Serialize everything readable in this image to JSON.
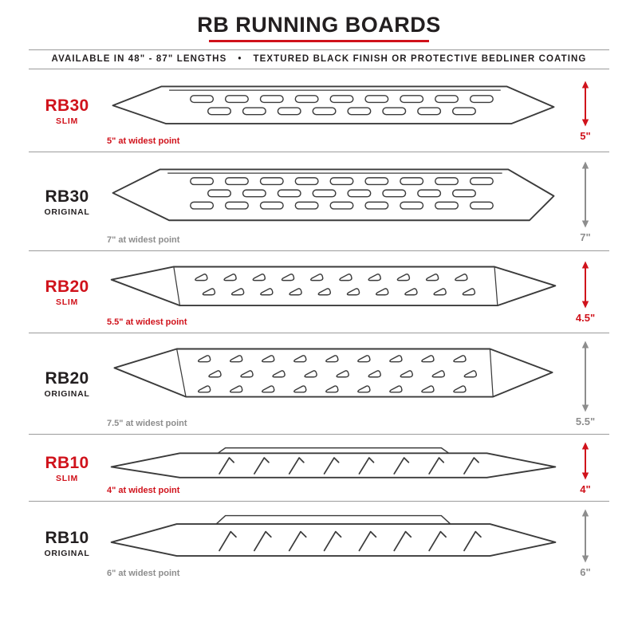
{
  "header": {
    "title": "RB RUNNING BOARDS",
    "subtitle_parts": [
      "AVAILABLE IN 48\" - 87\" LENGTHS",
      "TEXTURED BLACK FINISH OR PROTECTIVE BEDLINER COATING"
    ],
    "bullet": "•"
  },
  "colors": {
    "red": "#d0121b",
    "gray": "#8d8d8d",
    "black": "#231f20",
    "line": "#9b9b9b",
    "stroke": "#3b3b3b"
  },
  "rows": [
    {
      "model": "RB30",
      "variant": "SLIM",
      "tone": "red",
      "hole_style": "oval-slots",
      "width_note": "5\" at widest point",
      "height_label": "5\""
    },
    {
      "model": "RB30",
      "variant": "ORIGINAL",
      "tone": "gray",
      "hole_style": "oval-slots",
      "width_note": "7\" at widest point",
      "height_label": "7\""
    },
    {
      "model": "RB20",
      "variant": "SLIM",
      "tone": "red",
      "hole_style": "teardrop-vents",
      "width_note": "5.5\" at widest point",
      "height_label": "4.5\""
    },
    {
      "model": "RB20",
      "variant": "ORIGINAL",
      "tone": "gray",
      "hole_style": "teardrop-vents",
      "width_note": "7.5\" at widest point",
      "height_label": "5.5\""
    },
    {
      "model": "RB10",
      "variant": "SLIM",
      "tone": "red",
      "hole_style": "slash-treads",
      "width_note": "4\" at widest point",
      "height_label": "4\""
    },
    {
      "model": "RB10",
      "variant": "ORIGINAL",
      "tone": "gray",
      "hole_style": "slash-treads",
      "width_note": "6\" at widest point",
      "height_label": "6\""
    }
  ]
}
